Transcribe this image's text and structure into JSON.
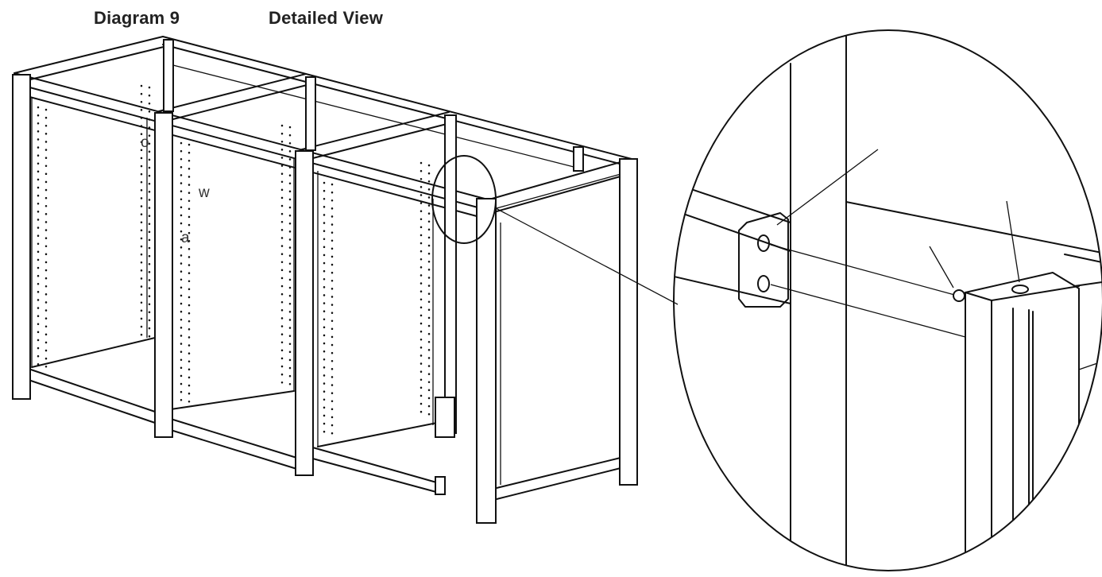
{
  "header": {
    "diagram_title": "Diagram 9",
    "detail_title": "Detailed View"
  },
  "callouts": {
    "label_o": "o",
    "label_w": "w",
    "label_a": "a"
  },
  "colors": {
    "line": "#111111",
    "background": "#ffffff"
  }
}
